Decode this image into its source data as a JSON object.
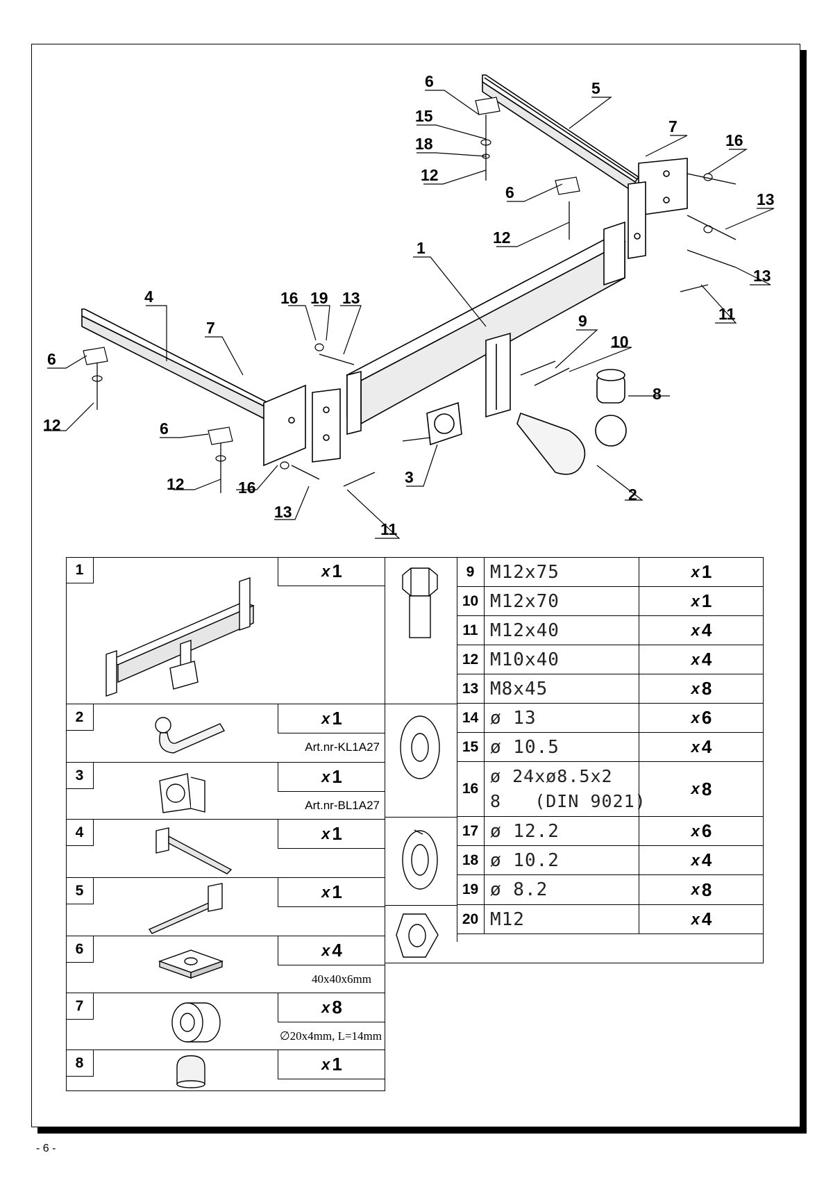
{
  "page_number": "- 6 -",
  "callouts": {
    "c1": "1",
    "c2": "2",
    "c3": "3",
    "c4": "4",
    "c5": "5",
    "c6a": "6",
    "c6b": "6",
    "c6c": "6",
    "c6d": "6",
    "c7a": "7",
    "c7b": "7",
    "c8": "8",
    "c9": "9",
    "c10": "10",
    "c11a": "11",
    "c11b": "11",
    "c12a": "12",
    "c12b": "12",
    "c12c": "12",
    "c12d": "12",
    "c13a": "13",
    "c13b": "13",
    "c13c": "13",
    "c13d": "13",
    "c15": "15",
    "c16a": "16",
    "c16b": "16",
    "c16c": "16",
    "c18": "18",
    "c19": "19"
  },
  "parts": [
    {
      "num": "1",
      "qty": "1",
      "note": ""
    },
    {
      "num": "2",
      "qty": "1",
      "note": "Art.nr-KL1A27"
    },
    {
      "num": "3",
      "qty": "1",
      "note": "Art.nr-BL1A27"
    },
    {
      "num": "4",
      "qty": "1",
      "note": ""
    },
    {
      "num": "5",
      "qty": "1",
      "note": ""
    },
    {
      "num": "6",
      "qty": "4",
      "note": "40x40x6mm"
    },
    {
      "num": "7",
      "qty": "8",
      "note": "∅20x4mm, L=14mm"
    },
    {
      "num": "8",
      "qty": "1",
      "note": ""
    }
  ],
  "hardware": [
    {
      "num": "9",
      "spec": "M12x75",
      "qty": "1"
    },
    {
      "num": "10",
      "spec": "M12x70",
      "qty": "1"
    },
    {
      "num": "11",
      "spec": "M12x40",
      "qty": "4"
    },
    {
      "num": "12",
      "spec": "M10x40",
      "qty": "4"
    },
    {
      "num": "13",
      "spec": "M8x45",
      "qty": "8"
    },
    {
      "num": "14",
      "spec": "ø 13",
      "qty": "6"
    },
    {
      "num": "15",
      "spec": "ø 10.5",
      "qty": "4"
    },
    {
      "num": "16",
      "spec": "ø 24xø8.5x2\n8   (DIN 9021)",
      "qty": "8"
    },
    {
      "num": "17",
      "spec": "ø 12.2",
      "qty": "6"
    },
    {
      "num": "18",
      "spec": "ø 10.2",
      "qty": "4"
    },
    {
      "num": "19",
      "spec": "ø 8.2",
      "qty": "8"
    },
    {
      "num": "20",
      "spec": "M12",
      "qty": "4"
    }
  ],
  "qty_prefix": "x"
}
